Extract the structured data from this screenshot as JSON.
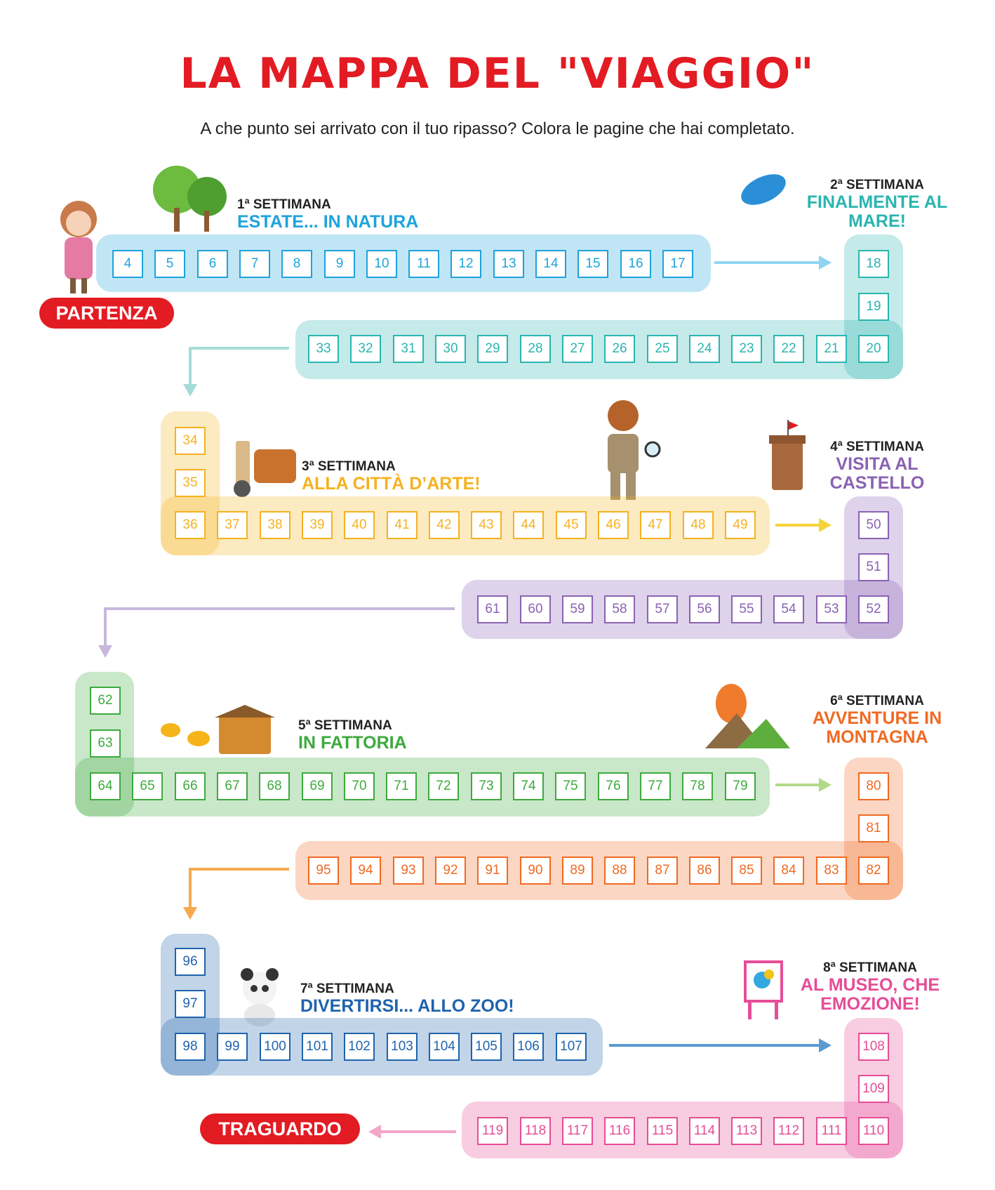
{
  "title": "LA MAPPA DEL \"VIAGGIO\"",
  "subtitle": "A che punto sei arrivato con il tuo ripasso? Colora le pagine che hai completato.",
  "start_label": "PARTENZA",
  "finish_label": "TRAGUARDO",
  "colors": {
    "title": "#e31b23",
    "week1": "#1ea3dc",
    "week2": "#2ab5b0",
    "week3": "#f5b21f",
    "week4": "#8a62b3",
    "week5": "#3daa3d",
    "week6": "#f06a23",
    "week7": "#1f63ad",
    "week8": "#e64d97"
  },
  "weeks": [
    {
      "num": "1ª SETTIMANA",
      "title": "ESTATE... IN NATURA",
      "pages": [
        4,
        5,
        6,
        7,
        8,
        9,
        10,
        11,
        12,
        13,
        14,
        15,
        16,
        17
      ],
      "icon": "trees-icon"
    },
    {
      "num": "2ª SETTIMANA",
      "title": "FINALMENTE AL MARE!",
      "pages": [
        18,
        19,
        20,
        21,
        22,
        23,
        24,
        25,
        26,
        27,
        28,
        29,
        30,
        31,
        32,
        33
      ],
      "icon": "dolphin-icon"
    },
    {
      "num": "3ª SETTIMANA",
      "title": "ALLA CITTÀ D’ARTE!",
      "pages": [
        34,
        35,
        36,
        37,
        38,
        39,
        40,
        41,
        42,
        43,
        44,
        45,
        46,
        47,
        48,
        49
      ],
      "icon": "suitcase-icon"
    },
    {
      "num": "4ª SETTIMANA",
      "title": "VISITA AL CASTELLO",
      "pages": [
        50,
        51,
        52,
        53,
        54,
        55,
        56,
        57,
        58,
        59,
        60,
        61
      ],
      "icon": "castle-tower-icon"
    },
    {
      "num": "5ª SETTIMANA",
      "title": "IN FATTORIA",
      "pages": [
        62,
        63,
        64,
        65,
        66,
        67,
        68,
        69,
        70,
        71,
        72,
        73,
        74,
        75,
        76,
        77,
        78,
        79
      ],
      "icon": "beehive-icon"
    },
    {
      "num": "6ª SETTIMANA",
      "title": "AVVENTURE IN MONTAGNA",
      "pages": [
        80,
        81,
        82,
        83,
        84,
        85,
        86,
        87,
        88,
        89,
        90,
        91,
        92,
        93,
        94,
        95
      ],
      "icon": "hot-air-balloon-icon"
    },
    {
      "num": "7ª SETTIMANA",
      "title": "DIVERTIRSI... ALLO ZOO!",
      "pages": [
        96,
        97,
        98,
        99,
        100,
        101,
        102,
        103,
        104,
        105,
        106,
        107
      ],
      "icon": "panda-icon"
    },
    {
      "num": "8ª SETTIMANA",
      "title": "AL MUSEO, CHE EMOZIONE!",
      "pages": [
        108,
        109,
        110,
        111,
        112,
        113,
        114,
        115,
        116,
        117,
        118,
        119
      ],
      "icon": "easel-icon"
    }
  ]
}
